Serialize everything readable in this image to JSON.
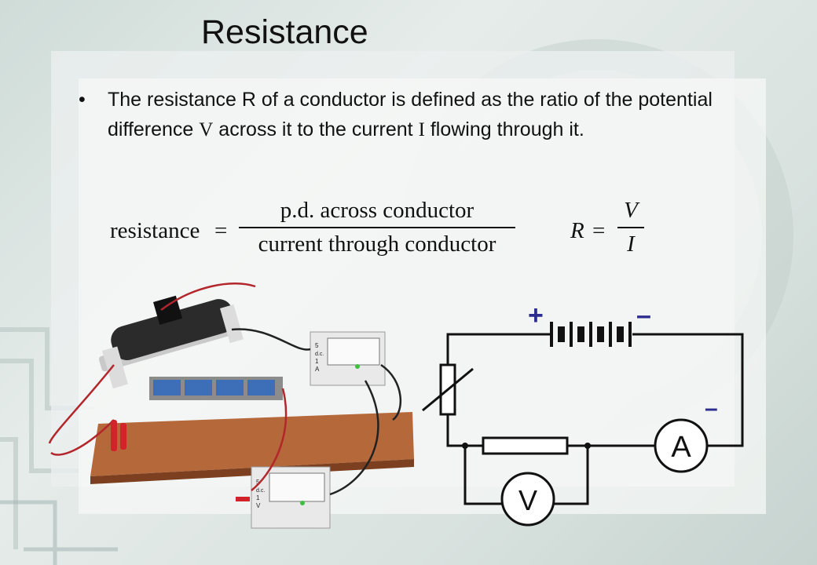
{
  "title": "Resistance",
  "bullet": {
    "symbol": "•",
    "text_before_v": "The resistance R of a conductor is defined as the ratio of the potential difference ",
    "v": "V",
    "text_mid": " across it to the current ",
    "i": "I",
    "text_after": " flowing through it."
  },
  "word_equation": {
    "lhs": "resistance",
    "equals": "=",
    "numerator": "p.d. across conductor",
    "denominator": "current through conductor"
  },
  "symbol_equation": {
    "lhs": "R",
    "equals": "=",
    "numerator": "V",
    "denominator": "I"
  },
  "circuit": {
    "plus_label": "+",
    "minus_label": "–",
    "ammeter_minus_label": "–",
    "ammeter_label": "A",
    "voltmeter_label": "V",
    "wire_color": "#111111",
    "terminal_color": "#2d2d8f"
  },
  "photo": {
    "meter_top": {
      "range": "5",
      "dc": "d.c.",
      "current": "1",
      "unit": "A"
    },
    "meter_bottom": {
      "range": "5",
      "dc": "d.c.",
      "current": "1",
      "unit": "V"
    },
    "board_color": "#b5683a"
  }
}
